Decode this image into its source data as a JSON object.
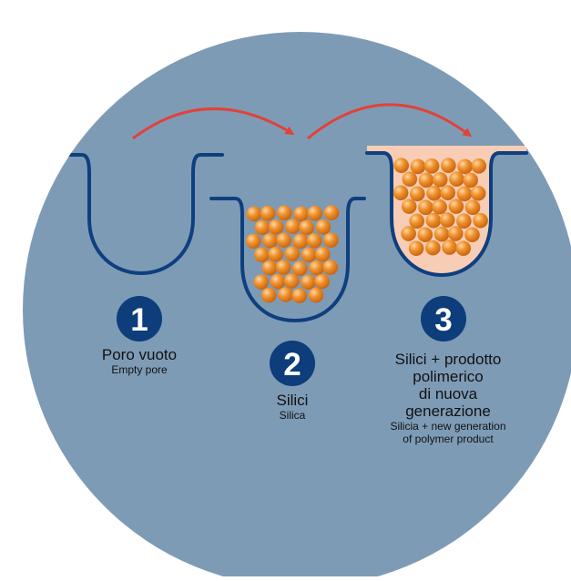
{
  "colors": {
    "background": "#ffffff",
    "circle": "#7e9bb6",
    "pore_stroke": "#0e3f7e",
    "badge": "#0d3d7a",
    "arrow": "#e1423b",
    "polymer_fill": "#f8cdb6",
    "particle": "#f0932d",
    "particle_highlight": "#ffd7a6"
  },
  "steps": [
    {
      "number": "1",
      "title_lines": [
        "Poro vuoto"
      ],
      "subtitle_lines": [
        "Empty pore"
      ],
      "contents": "empty"
    },
    {
      "number": "2",
      "title_lines": [
        "Silici"
      ],
      "subtitle_lines": [
        "Silica"
      ],
      "contents": "silica"
    },
    {
      "number": "3",
      "title_lines": [
        "Silici + prodotto",
        "polimerico",
        "di nuova",
        "generazione"
      ],
      "subtitle_lines": [
        "Silicia + new generation",
        "of polymer product"
      ],
      "contents": "silica+polymer"
    }
  ],
  "arrows": [
    {
      "from_step": "1",
      "to_step": "2"
    },
    {
      "from_step": "2",
      "to_step": "3"
    }
  ]
}
